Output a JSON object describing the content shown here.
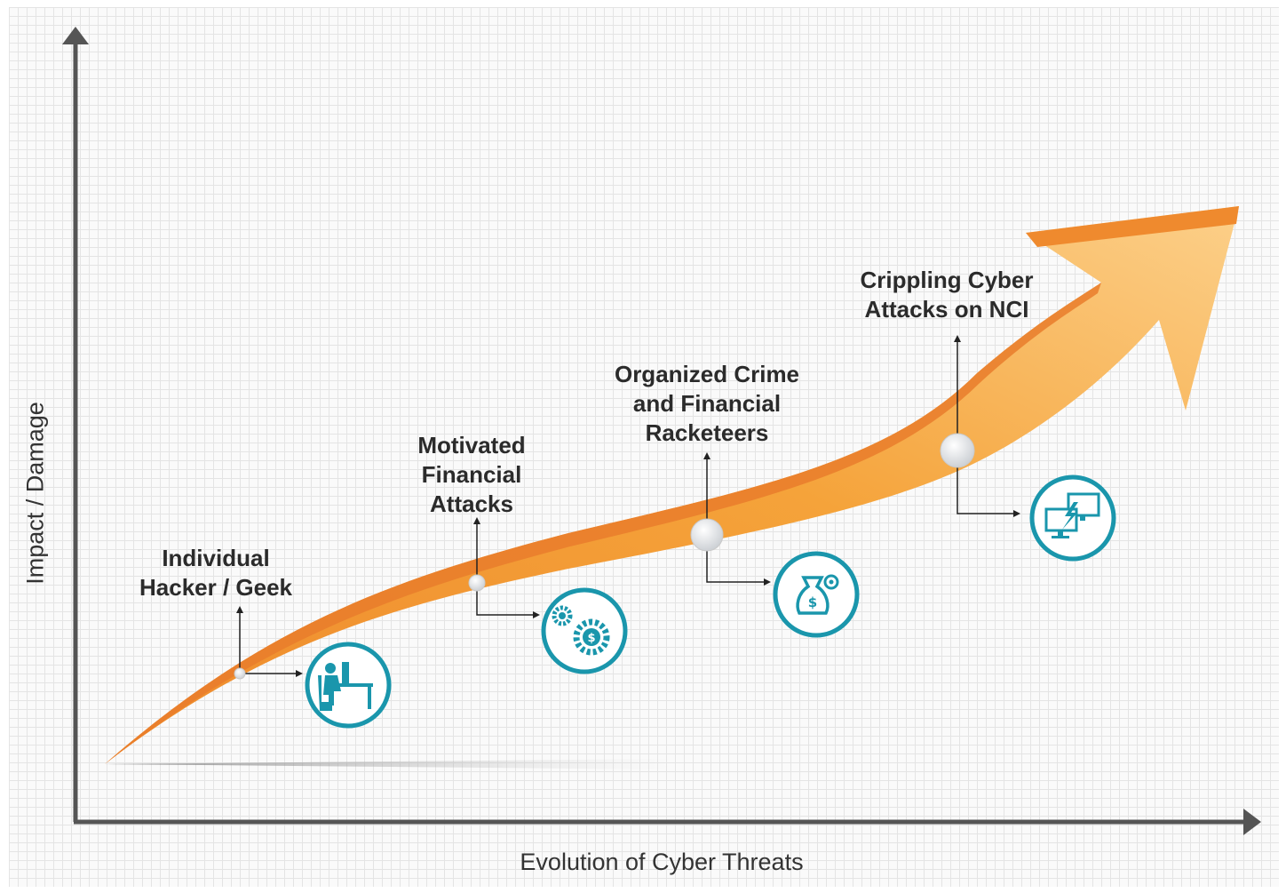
{
  "axes": {
    "y_label": "Impact / Damage",
    "x_label": "Evolution of Cyber Threats"
  },
  "stages": [
    {
      "label_line1": "Individual",
      "label_line2": "Hacker / Geek",
      "icon": "person-at-computer-icon"
    },
    {
      "label_line1": "Motivated",
      "label_line2": "Financial",
      "label_line3": "Attacks",
      "icon": "money-gears-icon"
    },
    {
      "label_line1": "Organized Crime",
      "label_line2": "and Financial",
      "label_line3": "Racketeers",
      "icon": "money-bag-icon"
    },
    {
      "label_line1": "Crippling Cyber",
      "label_line2": "Attacks on NCI",
      "icon": "attacked-computers-icon"
    }
  ],
  "colors": {
    "arrow_orange": "#f5a13a",
    "arrow_light": "#fbc97a",
    "arrow_dark": "#e8792a",
    "icon_teal": "#1a96ac",
    "axis": "#555555"
  }
}
